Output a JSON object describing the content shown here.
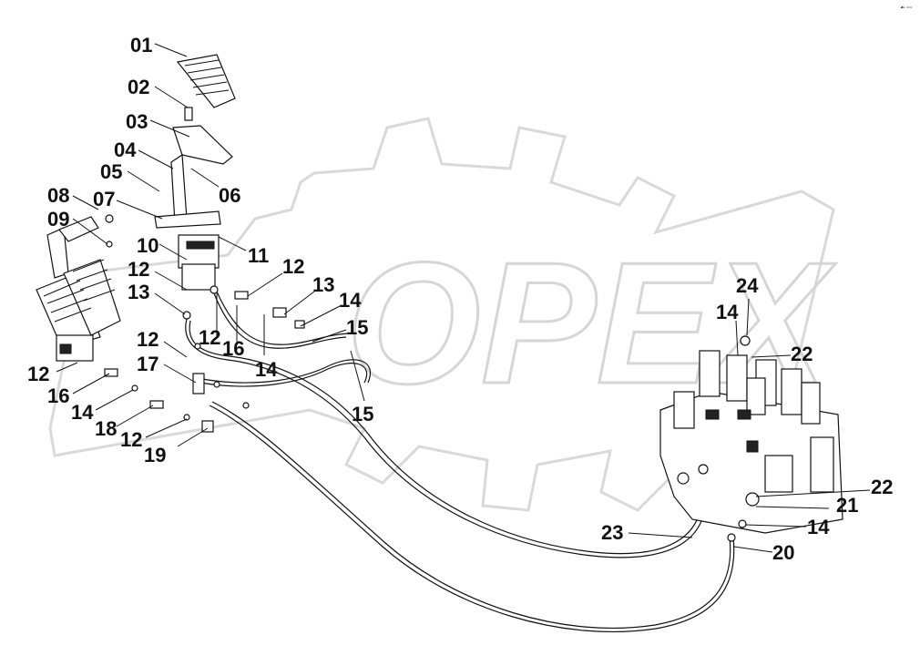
{
  "watermark": {
    "text": "OPEX"
  },
  "corner_mark": "☙ ▫▫▫",
  "callouts": [
    "01",
    "02",
    "03",
    "04",
    "05",
    "06",
    "07",
    "08",
    "09",
    "10",
    "11",
    "12",
    "12",
    "12",
    "12",
    "12",
    "12",
    "13",
    "13",
    "14",
    "14",
    "14",
    "14",
    "14",
    "15",
    "15",
    "16",
    "16",
    "17",
    "18",
    "19",
    "20",
    "21",
    "22",
    "22",
    "23",
    "24"
  ]
}
